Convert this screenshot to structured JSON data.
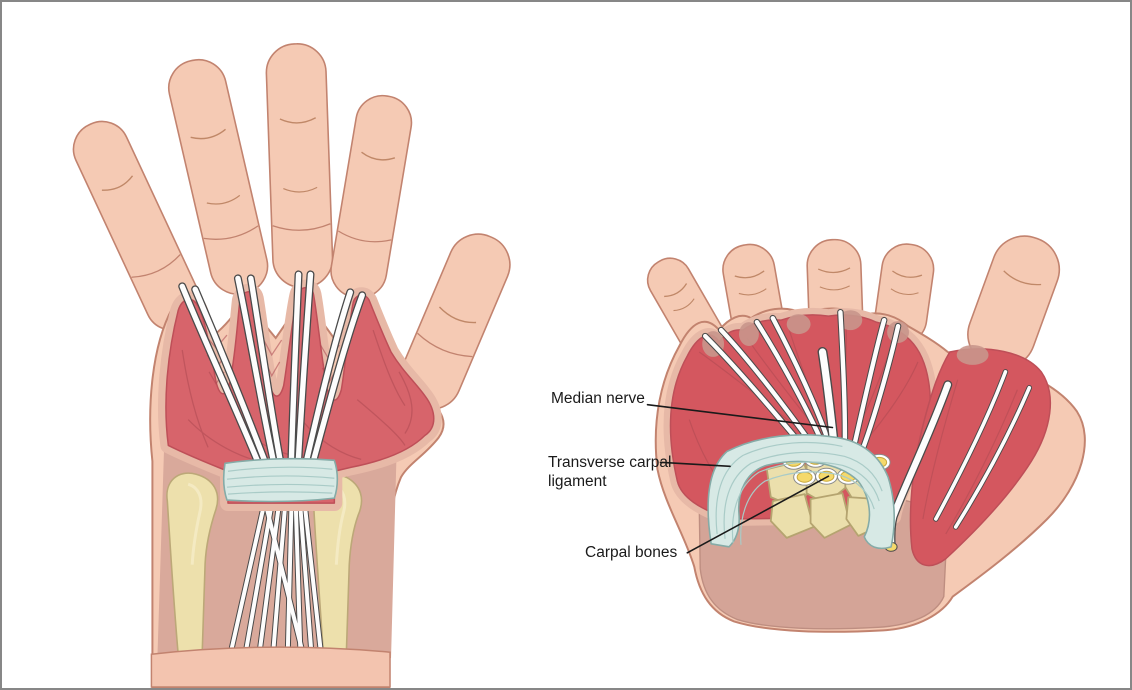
{
  "figure": {
    "description": "Anatomical illustration of the hand showing the carpal tunnel: palm view (left) and wrist cross-section view (right)",
    "background_color": "#ffffff",
    "border_color": "#878787"
  },
  "annotations": [
    {
      "id": "median-nerve",
      "text": "Median nerve"
    },
    {
      "id": "transverse-carpal-ligament",
      "text": "Transverse carpal ligament"
    },
    {
      "id": "carpal-bones",
      "text": "Carpal bones"
    }
  ],
  "colors": {
    "skin": "#F5CAB4",
    "skin_outline": "#C2836F",
    "cut_margin": "#E7B9A7",
    "deep_tissue": "#D9A99B",
    "wrist_cut_face": "#D4A497",
    "muscle": "#D7646B",
    "muscle_fiber": "#AE4A52",
    "tendon": "#FDFDFD",
    "tendon_outline": "#4A4A4A",
    "ligament": "#D7E9E5",
    "ligament_streak": "#A9CBC7",
    "ligament_outline": "#85ABA7",
    "bone": "#EDE0AC",
    "bone_outline": "#BCA878",
    "tendon_cross_section": "#F5D96B",
    "label_text": "#1A1A1A",
    "leader_line": "#1A1A1A"
  }
}
